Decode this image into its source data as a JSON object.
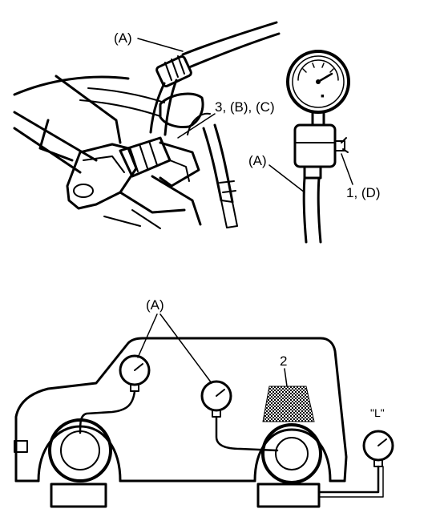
{
  "top_view": {
    "hose_label": "(A)",
    "valve_label": "3, (B), (C)",
    "gauge_hose_label": "(A)",
    "gauge_valve_label": "1, (D)"
  },
  "bottom_view": {
    "gauges_label": "(A)",
    "cargo_label": "2",
    "trailer_gauge_label": "\"L\""
  }
}
